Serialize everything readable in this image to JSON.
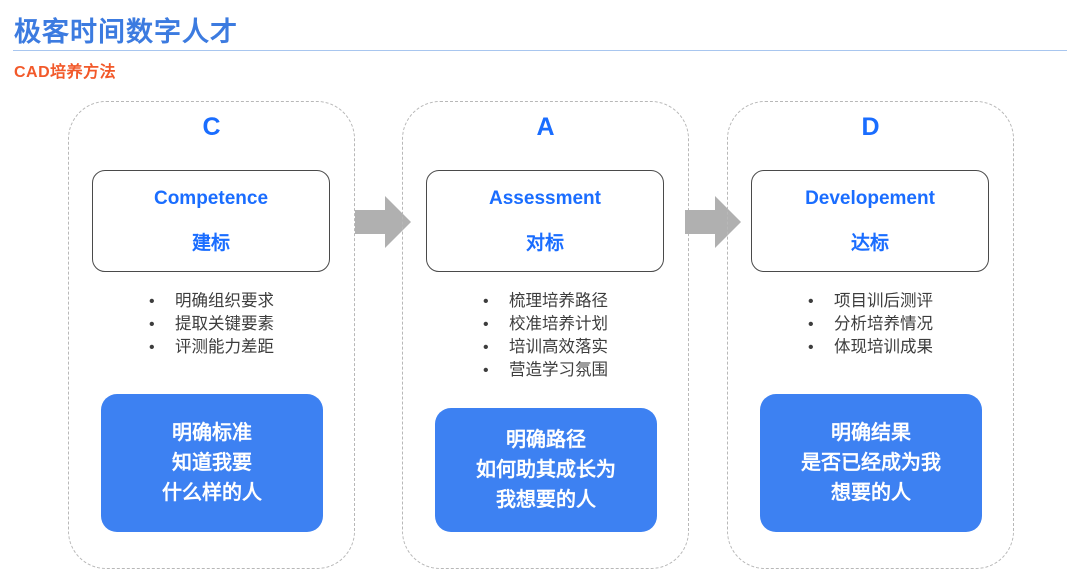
{
  "header": {
    "title": "极客时间数字人才",
    "subtitle": "CAD培养方法",
    "title_color": "#3c7be0",
    "subtitle_color": "#f2592a",
    "rule_color": "#a8c6ef"
  },
  "theme": {
    "accent_blue": "#1a6dff",
    "highlight_blue": "#3d81f2",
    "arrow_gray": "#b0b0b0",
    "dashed_border": "#b8b8b8",
    "bullet_text": "#3d3d3d"
  },
  "columns": [
    {
      "letter": "C",
      "english": "Competence",
      "chinese": "建标",
      "bullet_marker": "•",
      "bullets": [
        "明确组织要求",
        "提取关键要素",
        "评测能力差距"
      ],
      "highlight": [
        "明确标准",
        "知道我要",
        "什么样的人"
      ]
    },
    {
      "letter": "A",
      "english": "Assessment",
      "chinese": "对标",
      "bullet_marker": "•",
      "bullets": [
        "梳理培养路径",
        "校准培养计划",
        "培训高效落实",
        "营造学习氛围"
      ],
      "highlight": [
        "明确路径",
        "如何助其成长为",
        "我想要的人"
      ]
    },
    {
      "letter": "D",
      "english": "Developement",
      "chinese": "达标",
      "bullet_marker": "•",
      "bullets": [
        "项目训后测评",
        "分析培养情况",
        "体现培训成果"
      ],
      "highlight": [
        "明确结果",
        "是否已经成为我",
        "想要的人"
      ]
    }
  ],
  "arrows": [
    {
      "name": "arrow-c-to-a",
      "direction": "right"
    },
    {
      "name": "arrow-a-to-d",
      "direction": "right"
    }
  ]
}
